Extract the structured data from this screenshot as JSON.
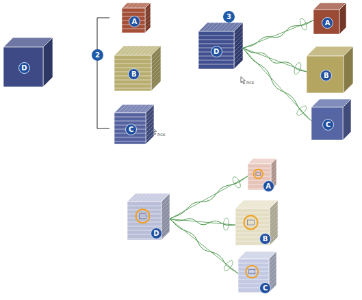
{
  "diagram": {
    "nodes": [
      {
        "text": [
          "D"
        ]
      },
      {
        "text": [
          "A"
        ]
      },
      {
        "text": [
          "B"
        ]
      },
      {
        "text": [
          "C"
        ]
      },
      {
        "text": [
          "D"
        ]
      },
      {
        "text": [
          "A"
        ]
      },
      {
        "text": [
          "B"
        ]
      },
      {
        "text": [
          "C"
        ]
      },
      {
        "text": [
          "A"
        ]
      },
      {
        "text": [
          "D"
        ]
      },
      {
        "text": [
          "B"
        ]
      },
      {
        "text": [
          "C"
        ]
      }
    ],
    "edges": [
      {
        "from": 4,
        "to": 5,
        "arrow": "none"
      },
      {
        "from": 4,
        "to": 6,
        "arrow": "none"
      },
      {
        "from": 4,
        "to": 7,
        "arrow": "none"
      },
      {
        "from": 9,
        "to": 8,
        "arrow": "none"
      },
      {
        "from": 9,
        "to": 10,
        "arrow": "none"
      },
      {
        "from": 9,
        "to": 11,
        "arrow": "none"
      }
    ],
    "labels": [
      "2",
      "3",
      "PICK",
      "PICK"
    ]
  }
}
